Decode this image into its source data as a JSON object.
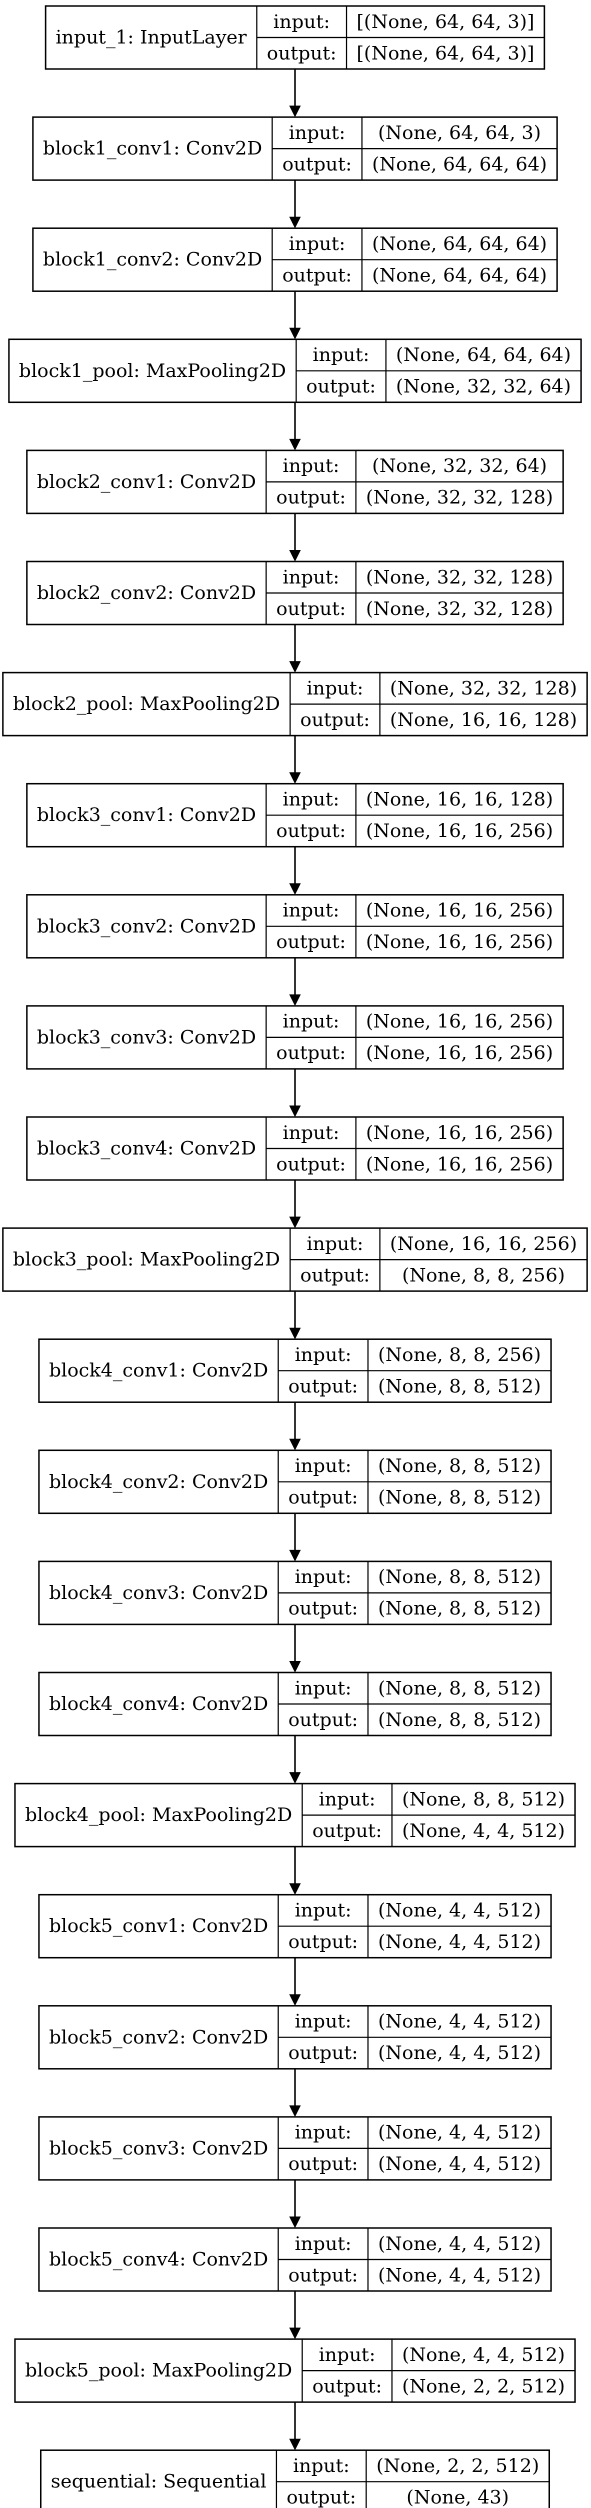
{
  "diagram": {
    "nodes": [
      {
        "name": "input_1: InputLayer",
        "input": "[(None, 64, 64, 3)]",
        "output": "[(None, 64, 64, 3)]"
      },
      {
        "name": "block1_conv1: Conv2D",
        "input": "(None, 64, 64, 3)",
        "output": "(None, 64, 64, 64)"
      },
      {
        "name": "block1_conv2: Conv2D",
        "input": "(None, 64, 64, 64)",
        "output": "(None, 64, 64, 64)"
      },
      {
        "name": "block1_pool: MaxPooling2D",
        "input": "(None, 64, 64, 64)",
        "output": "(None, 32, 32, 64)"
      },
      {
        "name": "block2_conv1: Conv2D",
        "input": "(None, 32, 32, 64)",
        "output": "(None, 32, 32, 128)"
      },
      {
        "name": "block2_conv2: Conv2D",
        "input": "(None, 32, 32, 128)",
        "output": "(None, 32, 32, 128)"
      },
      {
        "name": "block2_pool: MaxPooling2D",
        "input": "(None, 32, 32, 128)",
        "output": "(None, 16, 16, 128)"
      },
      {
        "name": "block3_conv1: Conv2D",
        "input": "(None, 16, 16, 128)",
        "output": "(None, 16, 16, 256)"
      },
      {
        "name": "block3_conv2: Conv2D",
        "input": "(None, 16, 16, 256)",
        "output": "(None, 16, 16, 256)"
      },
      {
        "name": "block3_conv3: Conv2D",
        "input": "(None, 16, 16, 256)",
        "output": "(None, 16, 16, 256)"
      },
      {
        "name": "block3_conv4: Conv2D",
        "input": "(None, 16, 16, 256)",
        "output": "(None, 16, 16, 256)"
      },
      {
        "name": "block3_pool: MaxPooling2D",
        "input": "(None, 16, 16, 256)",
        "output": "(None, 8, 8, 256)"
      },
      {
        "name": "block4_conv1: Conv2D",
        "input": "(None, 8, 8, 256)",
        "output": "(None, 8, 8, 512)"
      },
      {
        "name": "block4_conv2: Conv2D",
        "input": "(None, 8, 8, 512)",
        "output": "(None, 8, 8, 512)"
      },
      {
        "name": "block4_conv3: Conv2D",
        "input": "(None, 8, 8, 512)",
        "output": "(None, 8, 8, 512)"
      },
      {
        "name": "block4_conv4: Conv2D",
        "input": "(None, 8, 8, 512)",
        "output": "(None, 8, 8, 512)"
      },
      {
        "name": "block4_pool: MaxPooling2D",
        "input": "(None, 8, 8, 512)",
        "output": "(None, 4, 4, 512)"
      },
      {
        "name": "block5_conv1: Conv2D",
        "input": "(None, 4, 4, 512)",
        "output": "(None, 4, 4, 512)"
      },
      {
        "name": "block5_conv2: Conv2D",
        "input": "(None, 4, 4, 512)",
        "output": "(None, 4, 4, 512)"
      },
      {
        "name": "block5_conv3: Conv2D",
        "input": "(None, 4, 4, 512)",
        "output": "(None, 4, 4, 512)"
      },
      {
        "name": "block5_conv4: Conv2D",
        "input": "(None, 4, 4, 512)",
        "output": "(None, 4, 4, 512)"
      },
      {
        "name": "block5_pool: MaxPooling2D",
        "input": "(None, 4, 4, 512)",
        "output": "(None, 2, 2, 512)"
      },
      {
        "name": "sequential: Sequential",
        "input": "(None, 2, 2, 512)",
        "output": "(None, 43)"
      }
    ],
    "labels": {
      "input": "input:",
      "output": "output:"
    }
  }
}
